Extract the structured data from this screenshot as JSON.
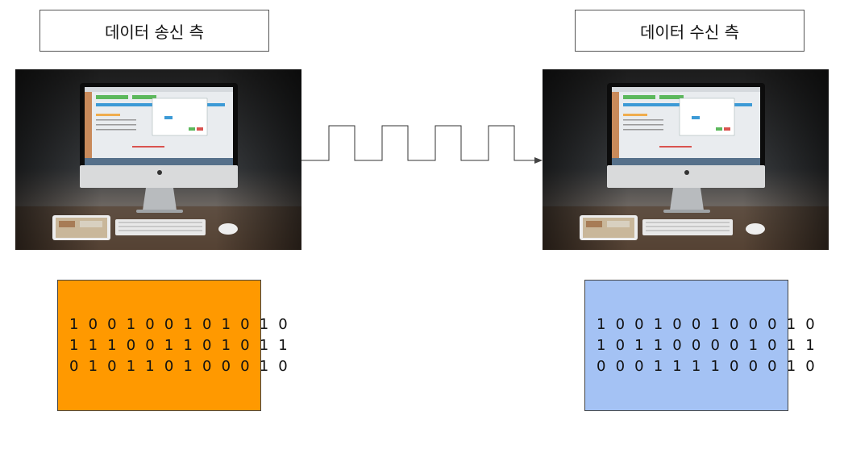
{
  "sender": {
    "label": "데이터 송신 측",
    "bits": [
      "1 0 0 1 0 0 1 0 1 0 1 0",
      "1 1 1 0 0 1 1 0 1 0 1 1",
      "0 1 0 1 1 0 1 0 0 0 1 0"
    ]
  },
  "receiver": {
    "label": "데이터 수신 측",
    "bits": [
      "1 0 0 1 0 0 1 0 0 0 1 0",
      "1 0 1 1 0 0 0 0 1 0 1 1",
      "0 0 0 1 1 1 1 0 0 0 1 0"
    ]
  },
  "colors": {
    "sender_box": "#ff9900",
    "receiver_box": "#a4c2f4",
    "signal_line": "#333333"
  },
  "icons": {
    "computer": "imac-desktop-photo",
    "signal": "square-wave-arrow"
  }
}
